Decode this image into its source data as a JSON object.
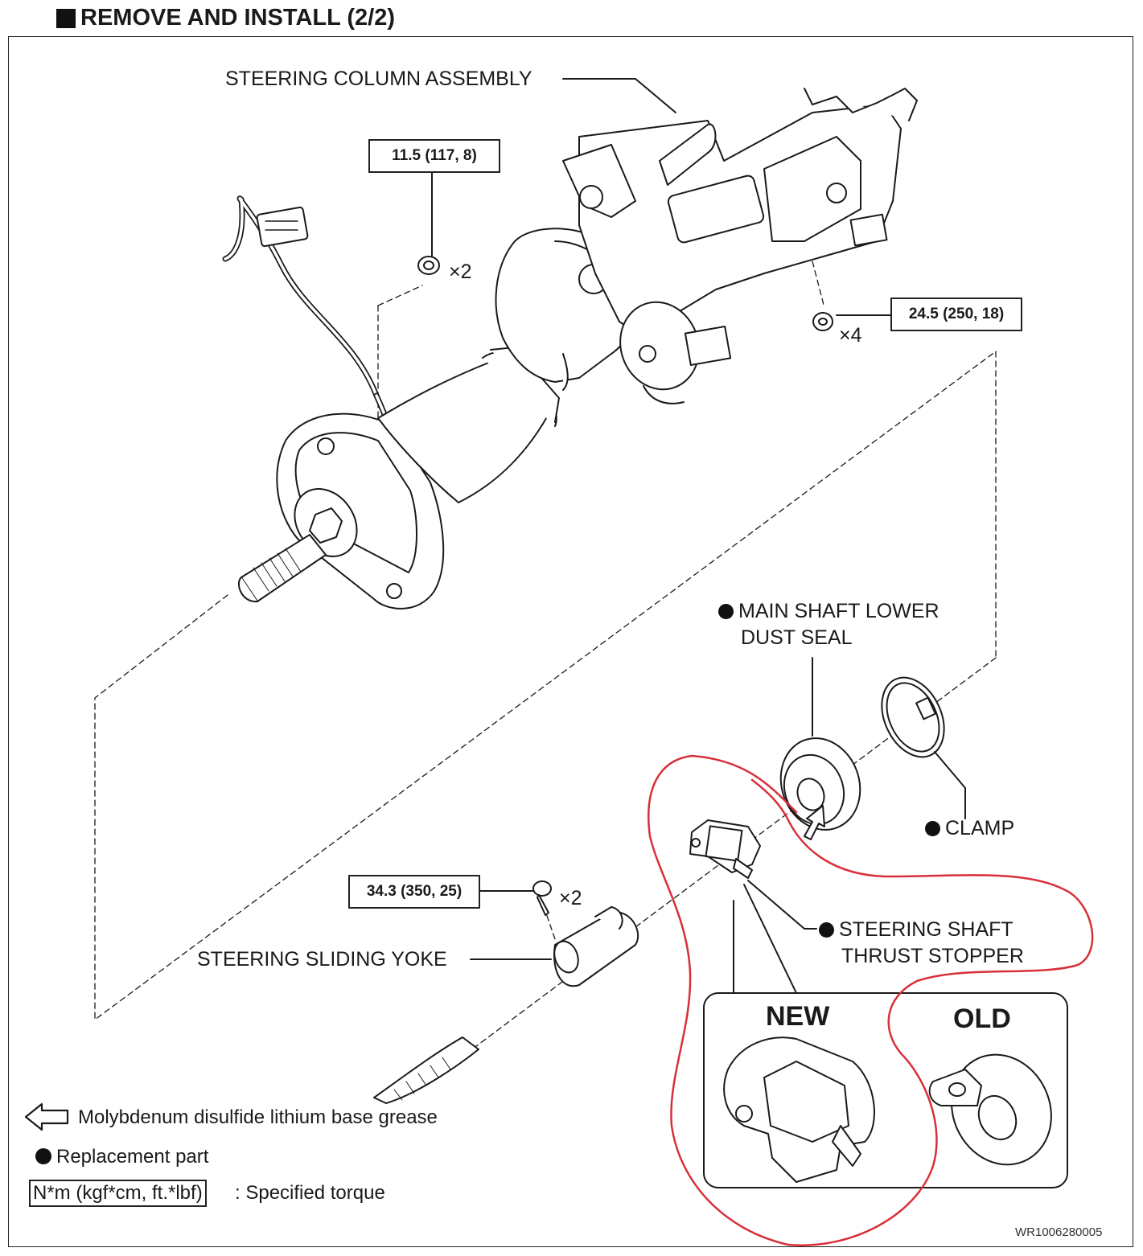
{
  "heading": "REMOVE AND INSTALL (2/2)",
  "labels": {
    "steering_column_assembly": "STEERING COLUMN ASSEMBLY",
    "main_shaft_dust_seal_line1": "MAIN SHAFT LOWER",
    "main_shaft_dust_seal_line2": "DUST SEAL",
    "clamp": "CLAMP",
    "thrust_stopper_line1": "STEERING SHAFT",
    "thrust_stopper_line2": "THRUST STOPPER",
    "sliding_yoke": "STEERING SLIDING YOKE",
    "new": "NEW",
    "old": "OLD"
  },
  "torques": {
    "nut_top": "11.5 (117, 8)",
    "bolt_right": "24.5 (250, 18)",
    "yoke_bolt": "34.3 (350, 25)"
  },
  "quantities": {
    "nut_top": "×2",
    "bolt_right": "×4",
    "yoke_bolt": "×2"
  },
  "legend": {
    "grease": "Molybdenum disulfide lithium base grease",
    "replacement": "Replacement part",
    "torque_unit": "N*m (kgf*cm, ft.*lbf)",
    "torque_desc": ": Specified torque"
  },
  "figure_id": "WR1006280005",
  "colors": {
    "annotation_red": "#d8303a",
    "line": "#1a1a1a"
  }
}
